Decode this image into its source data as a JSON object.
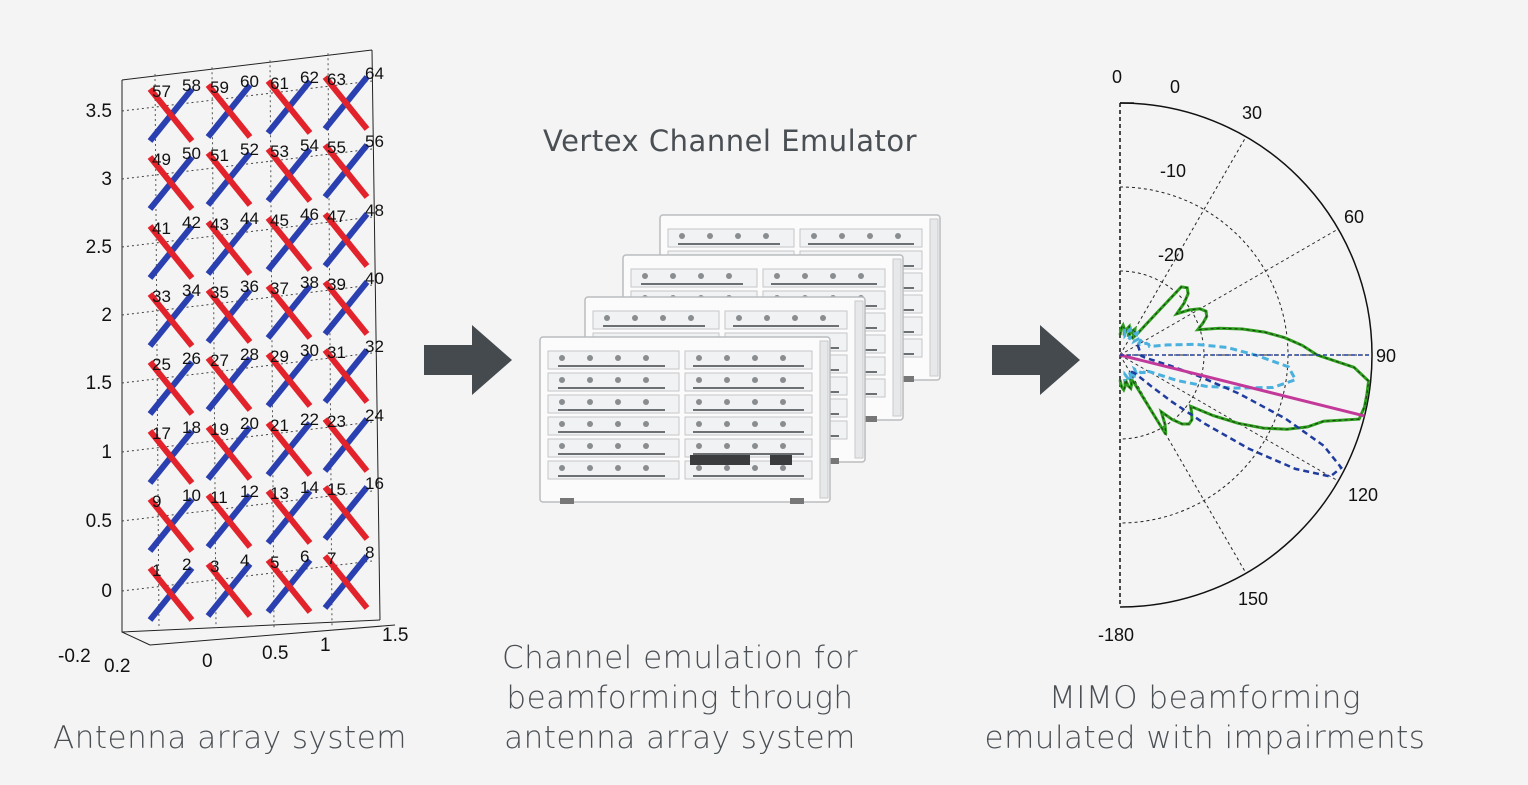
{
  "antenna_panel": {
    "caption": "Antenna array system",
    "y_ticks": [
      "3.5",
      "3",
      "2.5",
      "2",
      "1.5",
      "1",
      "0.5",
      "0",
      "-0.2"
    ],
    "x_ticks": [
      "0.2",
      "0",
      "0.5",
      "1",
      "1.5"
    ],
    "element_count": 64,
    "colors": {
      "polarization_a": "#2a3fb0",
      "polarization_b": "#e3232b"
    }
  },
  "emulator_panel": {
    "title": "Vertex Channel Emulator",
    "caption_lines": [
      "Channel emulation for",
      "beamforming through",
      "antenna array system"
    ]
  },
  "polar_panel": {
    "caption_lines": [
      "MIMO beamforming",
      "emulated with impairments"
    ],
    "radial_labels": [
      "0",
      "-10",
      "-20"
    ],
    "outer_radial_label": "0",
    "angle_labels": [
      "0",
      "30",
      "60",
      "90",
      "120",
      "150",
      "-180"
    ],
    "colors": {
      "green": "#2e9e1e",
      "light_blue": "#4ab0de",
      "dark_blue": "#1f3c9e",
      "magenta": "#c2399a"
    }
  },
  "arrow_color": "#454a4f"
}
